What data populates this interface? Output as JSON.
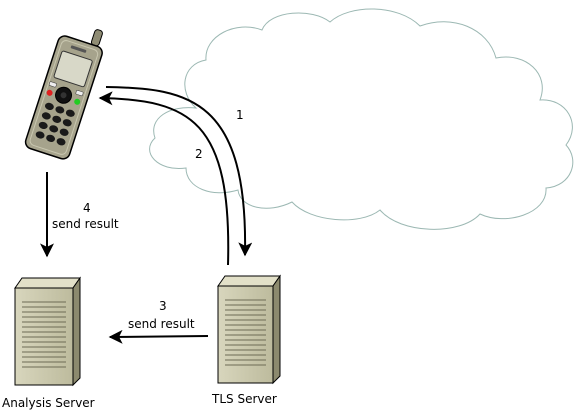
{
  "nodes": {
    "phone": {
      "label": ""
    },
    "tls_server": {
      "label": "TLS Server"
    },
    "analysis_server": {
      "label": "Analysis Server"
    },
    "cloud": {
      "label": ""
    }
  },
  "edges": [
    {
      "id": "step1",
      "number": "1",
      "text": ""
    },
    {
      "id": "step2",
      "number": "2",
      "text": ""
    },
    {
      "id": "step3",
      "number": "3",
      "text": "send result"
    },
    {
      "id": "step4",
      "number": "4",
      "text": "send result"
    }
  ],
  "colors": {
    "cloud_stroke": "#9cb8b3",
    "server_body": "#c9c6a8",
    "server_side": "#8c8a6e",
    "phone_body": "#a6a38c",
    "phone_screen": "#d8d8c8",
    "arrow": "#000000",
    "led_red": "#e02020",
    "led_green": "#22cc22"
  },
  "icons": {
    "phone": "mobile-phone-icon",
    "server": "server-tower-icon",
    "cloud": "cloud-icon"
  }
}
